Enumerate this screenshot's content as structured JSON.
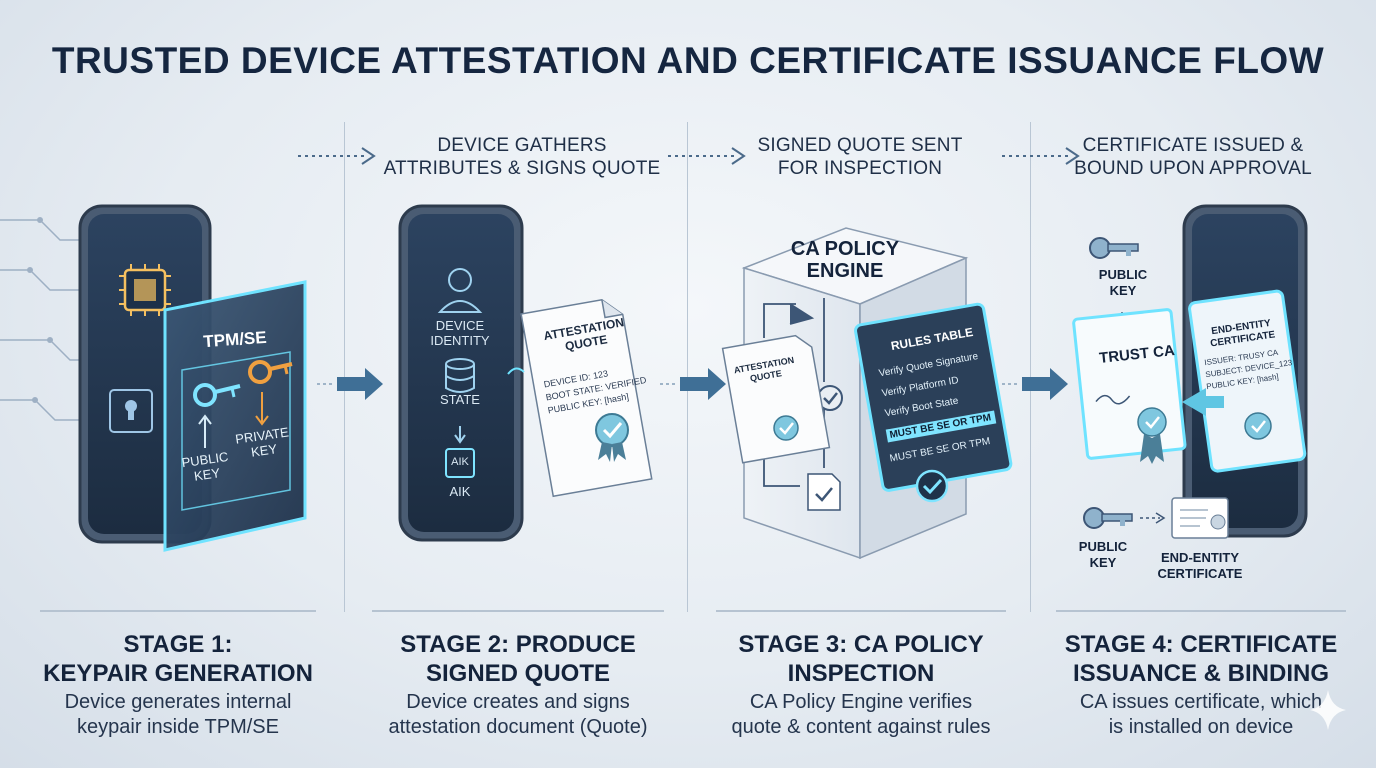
{
  "title": "TRUSTED DEVICE ATTESTATION AND CERTIFICATE ISSUANCE FLOW",
  "captions": [
    "DEVICE GATHERS\nATTRIBUTES & SIGNS QUOTE",
    "SIGNED QUOTE SENT\nFOR INSPECTION",
    "CERTIFICATE ISSUED &\nBOUND UPON APPROVAL"
  ],
  "stage1": {
    "chip_label": "TPM/SE",
    "public_key": "PUBLIC\nKEY",
    "private_key": "PRIVATE\nKEY",
    "title": "STAGE 1:\nKEYPAIR GENERATION",
    "desc": "Device generates internal\nkeypair inside TPM/SE"
  },
  "stage2": {
    "identity_label": "DEVICE\nIDENTITY",
    "state_label": "STATE",
    "aik_chip": "AIK",
    "aik_label": "AIK",
    "doc_title": "ATTESTATION\nQUOTE",
    "doc_lines": [
      "DEVICE ID: 123",
      "BOOT STATE: VERIFIED",
      "PUBLIC KEY: [hash]"
    ],
    "title": "STAGE 2: PRODUCE\nSIGNED QUOTE",
    "desc": "Device creates and signs\nattestation document (Quote)"
  },
  "stage3": {
    "engine_label": "CA POLICY\nENGINE",
    "doc_title": "ATTESTATION\nQUOTE",
    "rules_title": "RULES TABLE",
    "rules": [
      "Verify Quote Signature",
      "Verify Platform ID",
      "Verify Boot State",
      "MUST BE SE OR TPM",
      "MUST BE SE OR TPM"
    ],
    "title": "STAGE 3: CA POLICY\nINSPECTION",
    "desc": "CA Policy Engine verifies\nquote & content against rules"
  },
  "stage4": {
    "public_key_top": "PUBLIC\nKEY",
    "trust_ca": "TRUST CA",
    "cert_title": "END-ENTITY\nCERTIFICATE",
    "cert_lines": [
      "ISSUER: TRUSY CA",
      "SUBJECT: DEVICE_123",
      "PUBLIC KEY: [hash]"
    ],
    "public_key_bottom": "PUBLIC\nKEY",
    "end_entity_label": "END-ENTITY\nCERTIFICATE",
    "title": "STAGE 4: CERTIFICATE\nISSUANCE & BINDING",
    "desc": "CA issues certificate, which\nis installed on device"
  },
  "colors": {
    "navy": "#14233b",
    "phone_frame": "#3f5168",
    "phone_screen": "#23364d",
    "glow": "#6fe3ff",
    "key_orange": "#f0a040"
  }
}
